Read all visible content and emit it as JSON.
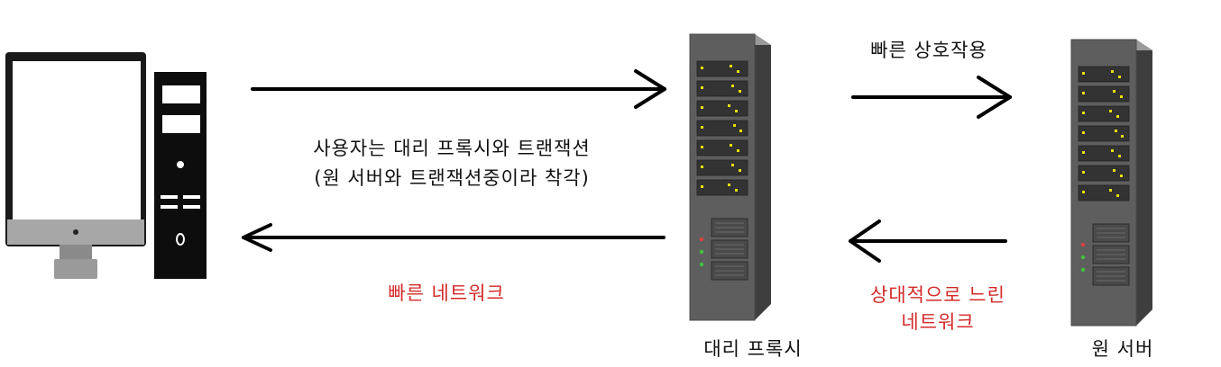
{
  "colors": {
    "text": "#111111",
    "accent_red": "#d42a2a",
    "server_body": "#5e5e5e",
    "server_dark": "#3a3a3a",
    "led_yellow": "#e8e000",
    "led_green": "#3ec33e",
    "monitor_frame": "#1a1a1a",
    "monitor_stand": "#8a8a8a"
  },
  "icons": {
    "client": "desktop-computer-icon",
    "proxy": "server-rack-icon",
    "origin": "server-rack-icon"
  },
  "labels": {
    "client_to_proxy_line1": "사용자는 대리 프록시와 트랜잭션",
    "client_to_proxy_line2": "(원 서버와 트랜잭션중이라 착각)",
    "proxy_to_client": "빠른 네트워크",
    "proxy_to_origin": "빠른 상호작용",
    "origin_to_proxy_line1": "상대적으로 느린",
    "origin_to_proxy_line2": "네트워크",
    "proxy_name": "대리 프록시",
    "origin_name": "원 서버"
  }
}
